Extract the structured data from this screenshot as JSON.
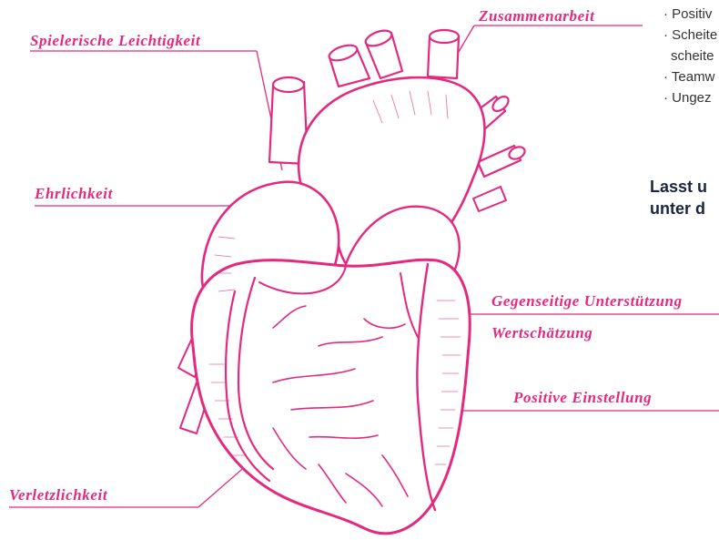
{
  "colors": {
    "accent": "#e5297e",
    "text": "#333333",
    "heading": "#1c2442"
  },
  "labels": {
    "zusammenarbeit": "Zusammenarbeit",
    "spielerische": "Spielerische Leichtigkeit",
    "ehrlichkeit": "Ehrlichkeit",
    "gegenseitige": "Gegenseitige Unterstützung",
    "wertschaetzung": "Wertschätzung",
    "positive": "Positive Einstellung",
    "verletzlichkeit": "Verletzlichkeit"
  },
  "bullets": [
    "· Positiv",
    "· Scheite",
    "scheite",
    "· Teamw",
    "· Ungez"
  ],
  "callout": [
    "Lasst u",
    "unter d"
  ]
}
